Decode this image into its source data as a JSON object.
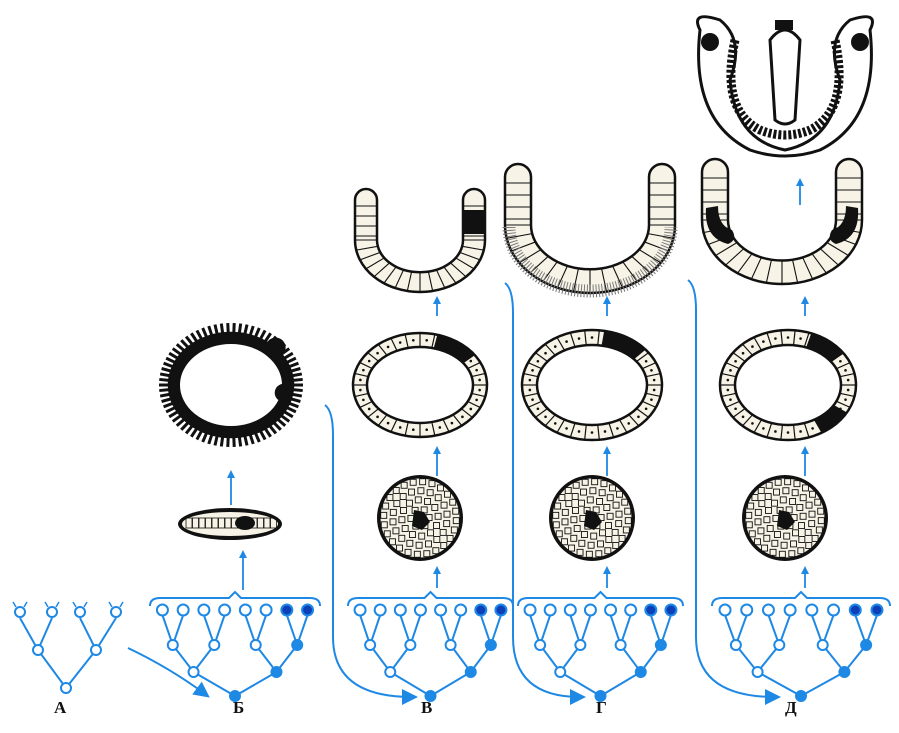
{
  "labels": {
    "a": "А",
    "b": "Б",
    "v": "В",
    "g": "Г",
    "d": "Д"
  },
  "colors": {
    "tree": "#1e88e5",
    "tree_dark": "#0d3fb8",
    "cell_fill": "#f7f3e6",
    "ink": "#111111",
    "background": "#ffffff"
  },
  "icons": {
    "arrow": "up-arrow",
    "connector": "curved-arrow"
  }
}
